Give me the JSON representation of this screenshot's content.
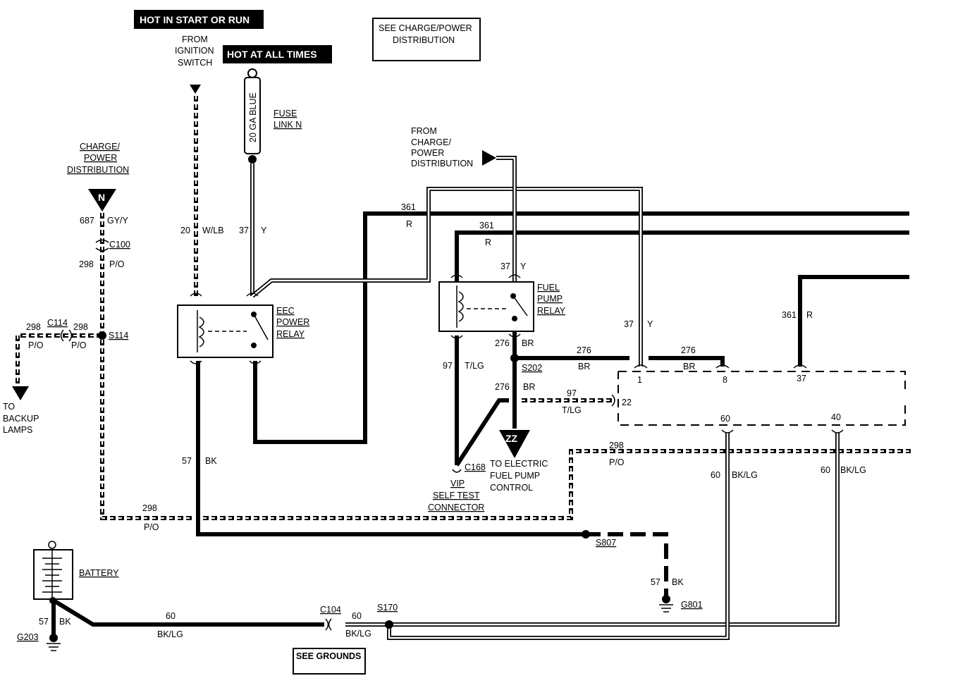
{
  "headers": {
    "hot_start_run": "HOT IN START OR RUN",
    "hot_all_times": "HOT AT ALL TIMES",
    "see_charge_power_line1": "SEE CHARGE/POWER",
    "see_charge_power_line2": "DISTRIBUTION",
    "see_grounds": "SEE GROUNDS"
  },
  "sources": {
    "from_ignition_1": "FROM",
    "from_ignition_2": "IGNITION",
    "from_ignition_3": "SWITCH",
    "fuse_ga": "20 GA BLUE",
    "fuse_link_1": "FUSE",
    "fuse_link_2": "LINK N",
    "charge_power_1": "CHARGE/",
    "charge_power_2": "POWER",
    "charge_power_3": "DISTRIBUTION",
    "n_symbol": "N",
    "from_cpd_1": "FROM",
    "from_cpd_2": "CHARGE/",
    "from_cpd_3": "POWER",
    "from_cpd_4": "DISTRIBUTION"
  },
  "components": {
    "eec_relay_1": "EEC",
    "eec_relay_2": "POWER",
    "eec_relay_3": "RELAY",
    "fuel_relay_1": "FUEL",
    "fuel_relay_2": "PUMP",
    "fuel_relay_3": "RELAY",
    "battery": "BATTERY",
    "vip_1": "VIP",
    "vip_2": "SELF TEST",
    "vip_3": "CONNECTOR",
    "zz": "ZZ",
    "to_efpc_1": "TO ELECTRIC",
    "to_efpc_2": "FUEL PUMP",
    "to_efpc_3": "CONTROL",
    "to_backup_1": "TO",
    "to_backup_2": "BACKUP",
    "to_backup_3": "LAMPS"
  },
  "connectors": {
    "c100": "C100",
    "c114": "C114",
    "s114": "S114",
    "s202": "S202",
    "c168": "C168",
    "s807": "S807",
    "g801": "G801",
    "c104": "C104",
    "s170": "S170",
    "g203": "G203"
  },
  "pins": {
    "p1": "1",
    "p8": "8",
    "p37": "37",
    "p22": "22",
    "p60": "60",
    "p40": "40"
  },
  "wires": [
    {
      "circuit": "687",
      "color": "GY/Y"
    },
    {
      "circuit": "298",
      "color": "P/O"
    },
    {
      "circuit": "20",
      "color": "W/LB"
    },
    {
      "circuit": "37",
      "color": "Y"
    },
    {
      "circuit": "361",
      "color": "R"
    },
    {
      "circuit": "276",
      "color": "BR"
    },
    {
      "circuit": "97",
      "color": "T/LG"
    },
    {
      "circuit": "57",
      "color": "BK"
    },
    {
      "circuit": "60",
      "color": "BK/LG"
    }
  ]
}
